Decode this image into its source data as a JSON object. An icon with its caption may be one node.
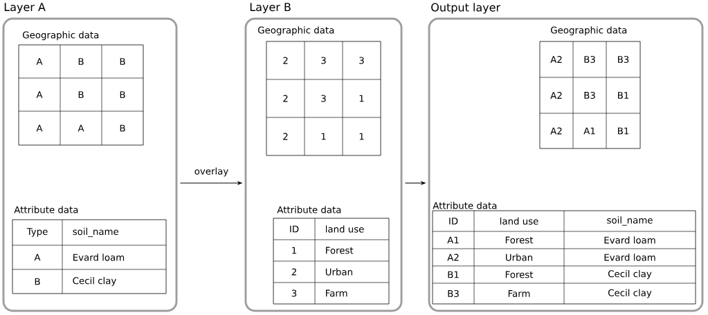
{
  "diagram": {
    "nodes": [
      {
        "text": [
          "Layer A"
        ]
      },
      {
        "text": [
          "Geographic data"
        ],
        "in": 0
      },
      {
        "text": [
          "Attribute data"
        ],
        "in": 0
      },
      {
        "text": [
          "Layer B"
        ]
      },
      {
        "text": [
          "Geographic data"
        ],
        "in": 3
      },
      {
        "text": [
          "Attribute data"
        ],
        "in": 3
      },
      {
        "text": [
          "Output layer"
        ]
      },
      {
        "text": [
          "Geographic data"
        ],
        "in": 6
      },
      {
        "text": [
          "Attribute data"
        ],
        "in": 6
      }
    ],
    "edges": [
      {
        "from": 0,
        "to": 3,
        "arrow": "to",
        "label": "overlay"
      },
      {
        "from": 3,
        "to": 6,
        "arrow": "to"
      }
    ],
    "labels": [
      "A",
      "B",
      "B",
      "A",
      "B",
      "B",
      "A",
      "A",
      "B",
      "Type",
      "soil_name",
      "A",
      "Evard loam",
      "B",
      "Cecil clay",
      "2",
      "3",
      "3",
      "2",
      "3",
      "1",
      "2",
      "1",
      "1",
      "ID",
      "land use",
      "1",
      "Forest",
      "2",
      "Urban",
      "3",
      "Farm",
      "A2",
      "B3",
      "B3",
      "A2",
      "B3",
      "B1",
      "A2",
      "A1",
      "B1",
      "ID",
      "land use",
      "soil_name",
      "A1",
      "Forest",
      "Evard loam",
      "A2",
      "Urban",
      "Evard loam",
      "B1",
      "Forest",
      "Cecil clay",
      "B3",
      "Farm",
      "Cecil clay"
    ]
  }
}
